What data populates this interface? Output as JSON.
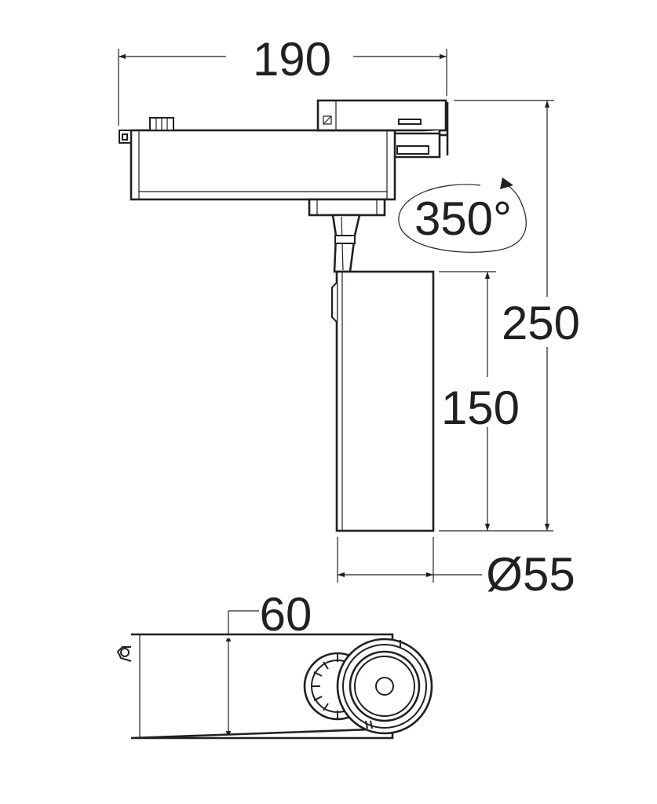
{
  "dimensions": {
    "width_top": "190",
    "rotation": "350°",
    "overall_height": "250",
    "head_length": "150",
    "head_diameter": "Ø55",
    "adapter_height": "60"
  },
  "colors": {
    "line": "#231f20",
    "background": "#ffffff"
  }
}
